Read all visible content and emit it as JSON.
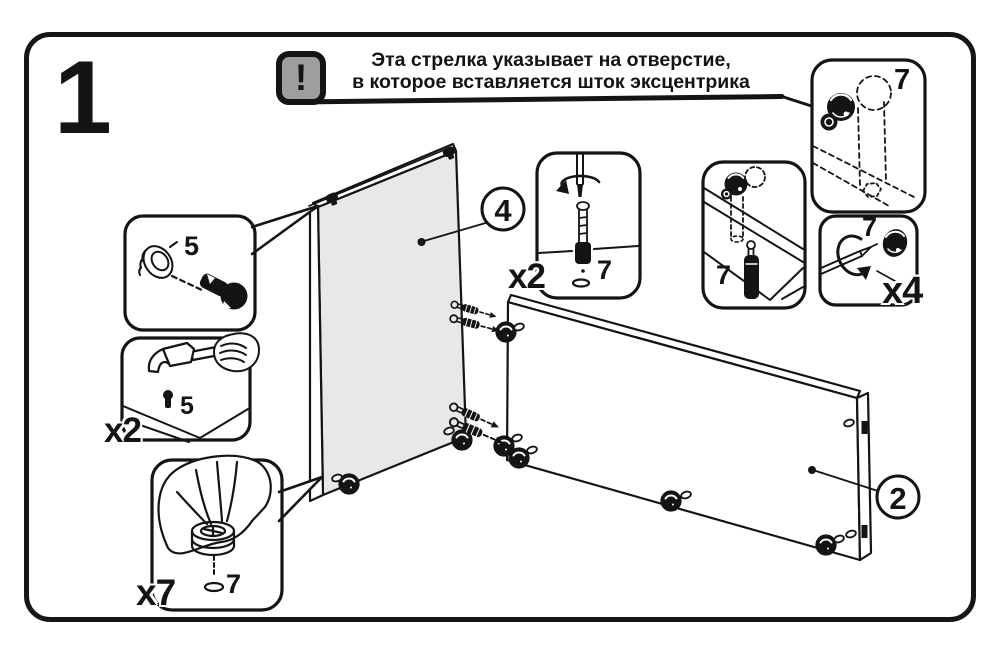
{
  "page": {
    "step_number": "1"
  },
  "warning": {
    "icon_glyph": "!",
    "text_line1": "Эта стрелка указывает на отверстие,",
    "text_line2": "в которое вставляется шток эксцентрика"
  },
  "part_labels": {
    "front_panel": "4",
    "back_panel": "2"
  },
  "callouts": {
    "screw_pair": {
      "part": "5"
    },
    "hammer_screw": {
      "count": "x2",
      "part": "5"
    },
    "hand_cam": {
      "count": "x7",
      "part": "7"
    },
    "shaft_screwdriver": {
      "count": "x2",
      "part": "7"
    },
    "cam_insert_corner": {
      "part": "7"
    },
    "cam_shaft_detail": {
      "part": "7"
    },
    "cam_screwdriver": {
      "count": "x4",
      "part": "7"
    }
  },
  "colors": {
    "ink": "#141414",
    "panel_fill": "#e8e8e8",
    "icon_fill": "#9e9e9e"
  }
}
